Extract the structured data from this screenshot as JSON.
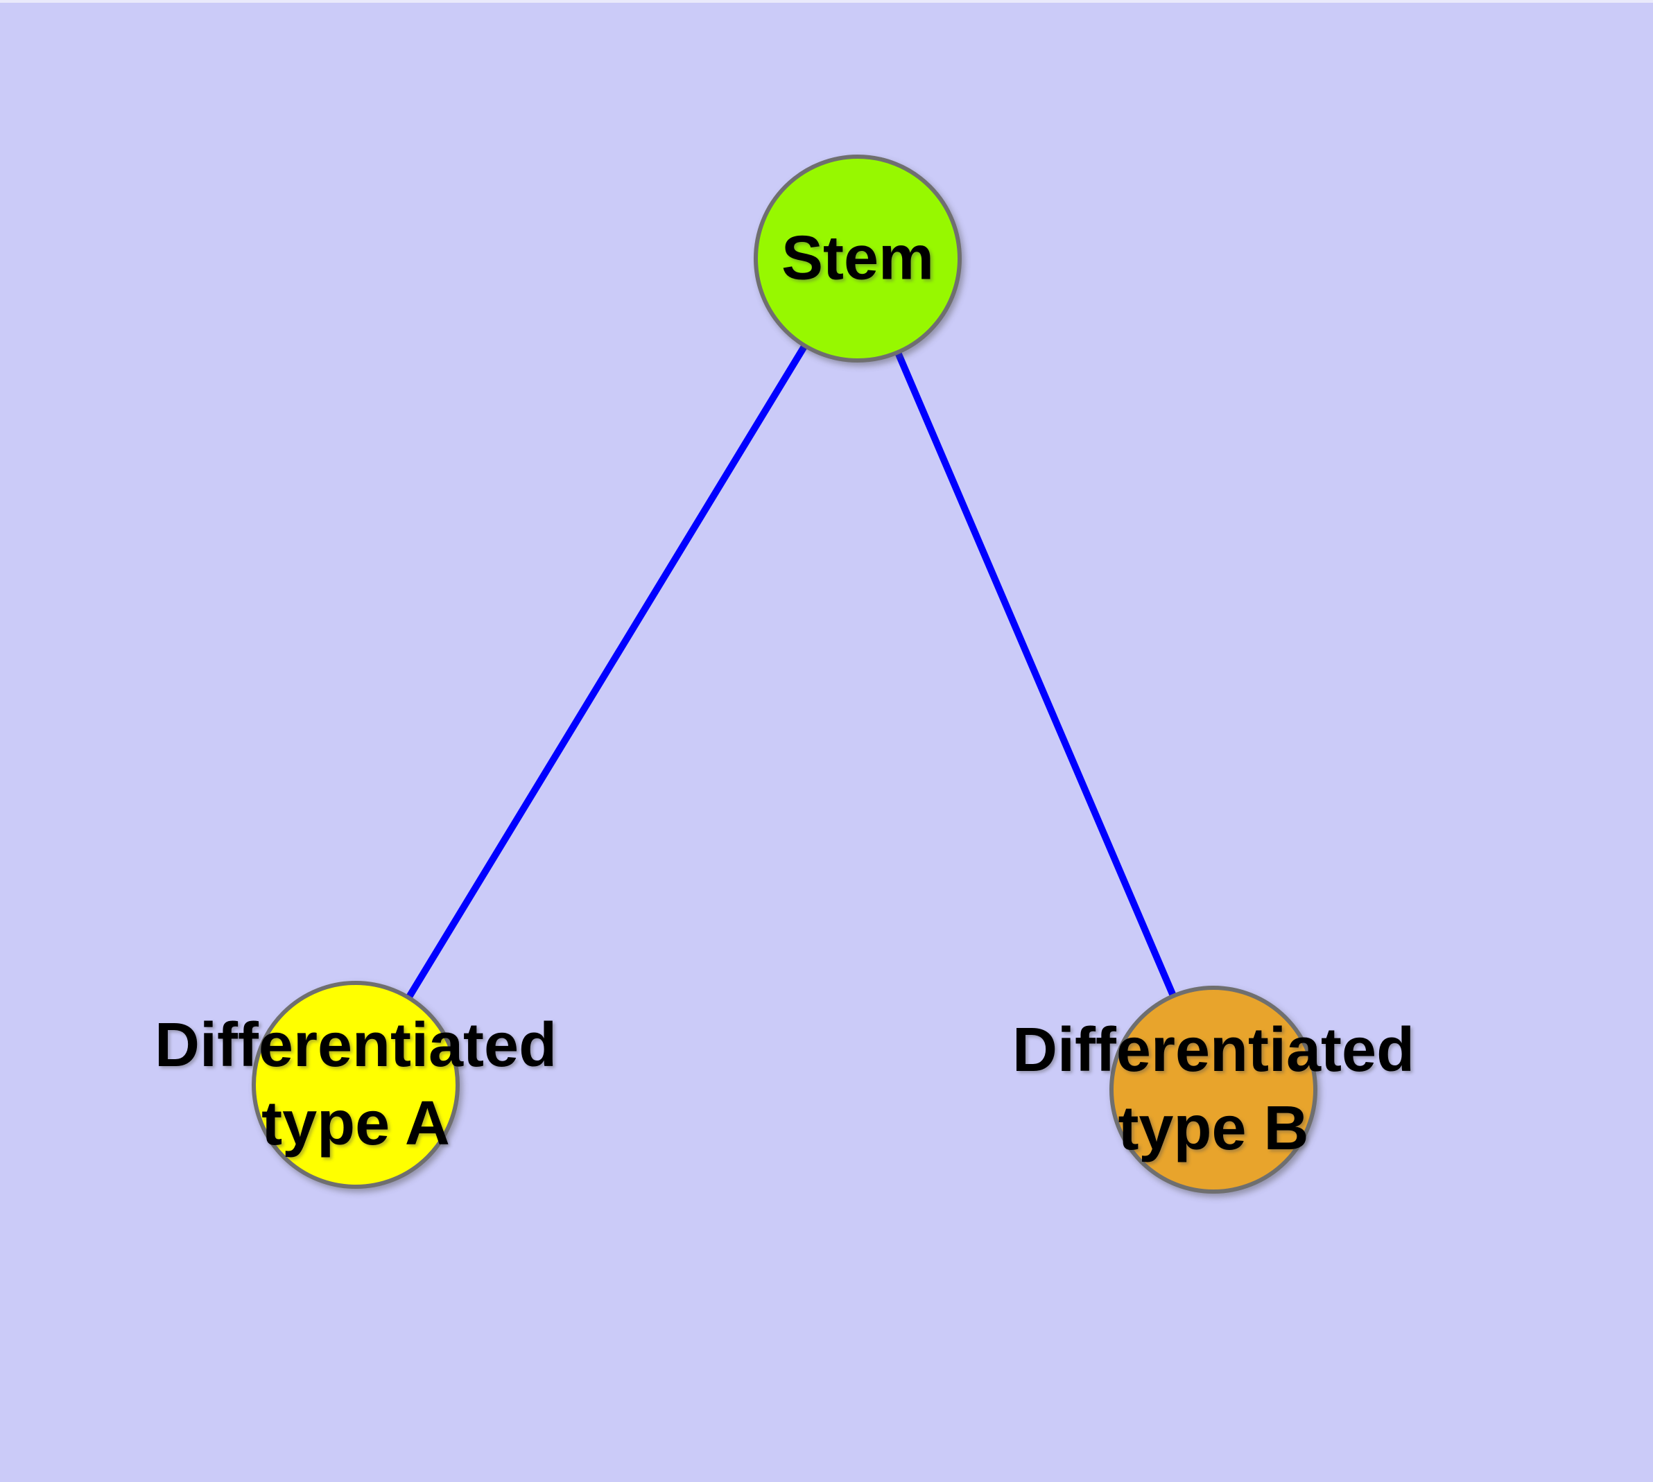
{
  "canvas": {
    "background": "#cbcbf8",
    "top_edge_highlight": "#eaeafb"
  },
  "style": {
    "node_border_color": "#6f6f6f",
    "label_color": "#000000",
    "edge_color": "#0000ff"
  },
  "nodes": [
    {
      "id": "stem",
      "label": "Stem",
      "fill": "#97f800",
      "shape": "circle"
    },
    {
      "id": "diff-a",
      "label": "Differentiated\ntype A",
      "fill": "#ffff00",
      "shape": "circle"
    },
    {
      "id": "diff-b",
      "label": "Differentiated\ntype B",
      "fill": "#e8a42c",
      "shape": "circle"
    }
  ],
  "edges": [
    {
      "from": "stem",
      "to": "diff-a",
      "color": "#0000ff"
    },
    {
      "from": "stem",
      "to": "diff-b",
      "color": "#0000ff"
    }
  ]
}
